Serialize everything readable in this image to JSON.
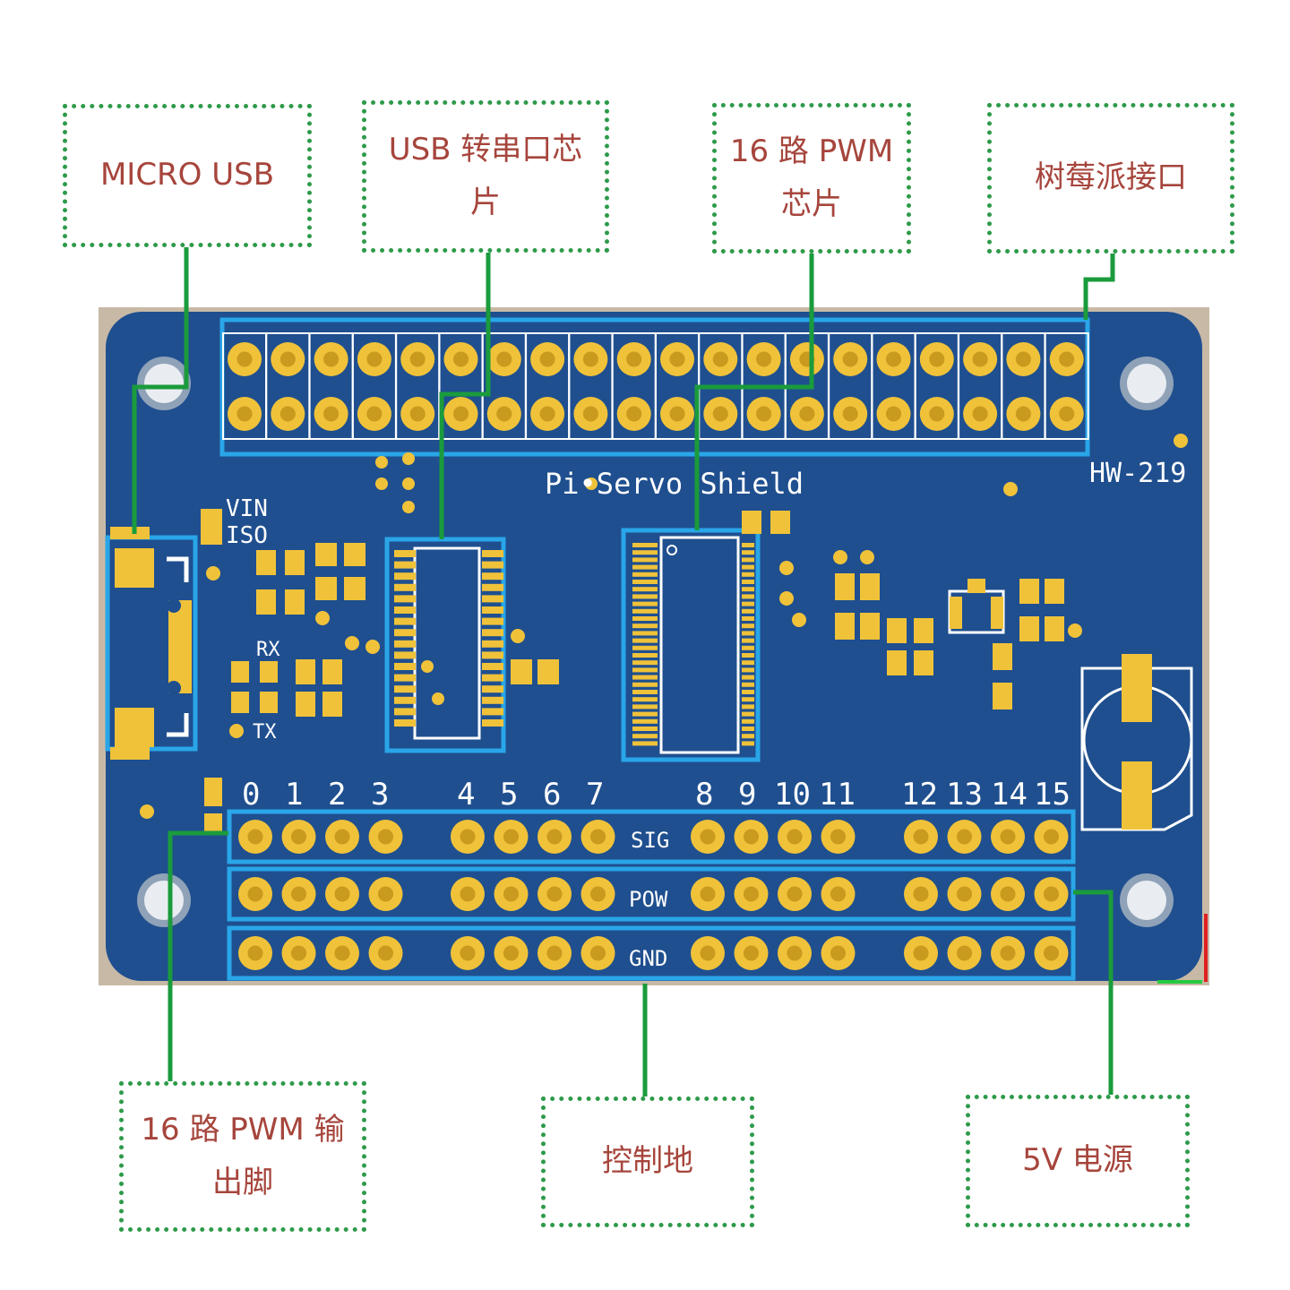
{
  "callouts": {
    "micro_usb": "MICRO USB",
    "usb_serial_chip": "USB 转串口芯\n片",
    "pwm_chip": "16 路 PWM\n芯片",
    "raspberry_pi_interface": "树莓派接口",
    "pwm_output_pins": "16 路 PWM 输\n出脚",
    "control_ground": "控制地",
    "power_5v": "5V 电源"
  },
  "silkscreen": {
    "board_title": "Pi•Servo Shield",
    "model": "HW-219",
    "vin": "VIN",
    "iso": "ISO",
    "rx": "RX",
    "tx": "TX",
    "row_sig": "SIG",
    "row_pow": "POW",
    "row_gnd": "GND",
    "channels": [
      "0",
      "1",
      "2",
      "3",
      "4",
      "5",
      "6",
      "7",
      "8",
      "9",
      "10",
      "11",
      "12",
      "13",
      "14",
      "15"
    ]
  },
  "colors": {
    "board": "#1f4f8f",
    "gold": "#f0c23a",
    "highlight": "#29a6e8",
    "leader": "#1a9b3c",
    "callout_text": "#a6453c",
    "callout_border": "#2e9a4a"
  }
}
